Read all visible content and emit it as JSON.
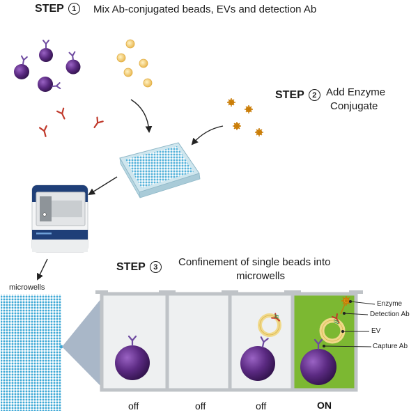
{
  "steps": [
    {
      "word": "STEP",
      "number": "1",
      "text": "Mix  Ab-conjugated beads, EVs  and detection Ab"
    },
    {
      "word": "STEP",
      "number": "2",
      "text_line1": "Add Enzyme",
      "text_line2": "Conjugate"
    },
    {
      "word": "STEP",
      "number": "3",
      "text_line1": "Confinement of single beads into",
      "text_line2": "microwells"
    }
  ],
  "microwells_label": "microwells",
  "well_states": [
    "off",
    "off",
    "off",
    "ON"
  ],
  "callouts": {
    "enzyme": "Enzyme",
    "detection_ab": "Detection Ab",
    "ev": "EV",
    "capture_ab": "Capture Ab"
  },
  "colors": {
    "bead": "#5b2a82",
    "antibody_capture": "#6e4aa0",
    "antibody_detection": "#c0392b",
    "ev_particle": "#f1c76a",
    "enzyme": "#e8a21a",
    "microwell_dot": "#3fa9d6",
    "active_well": "#7cb832",
    "well_wall": "#bfc3c7",
    "well_fill": "#eef0f1"
  },
  "icons": [
    "bead-icon",
    "antibody-icon",
    "ev-icon",
    "enzyme-icon",
    "well-plate-icon",
    "reader-instrument-icon",
    "arrow-icon"
  ]
}
